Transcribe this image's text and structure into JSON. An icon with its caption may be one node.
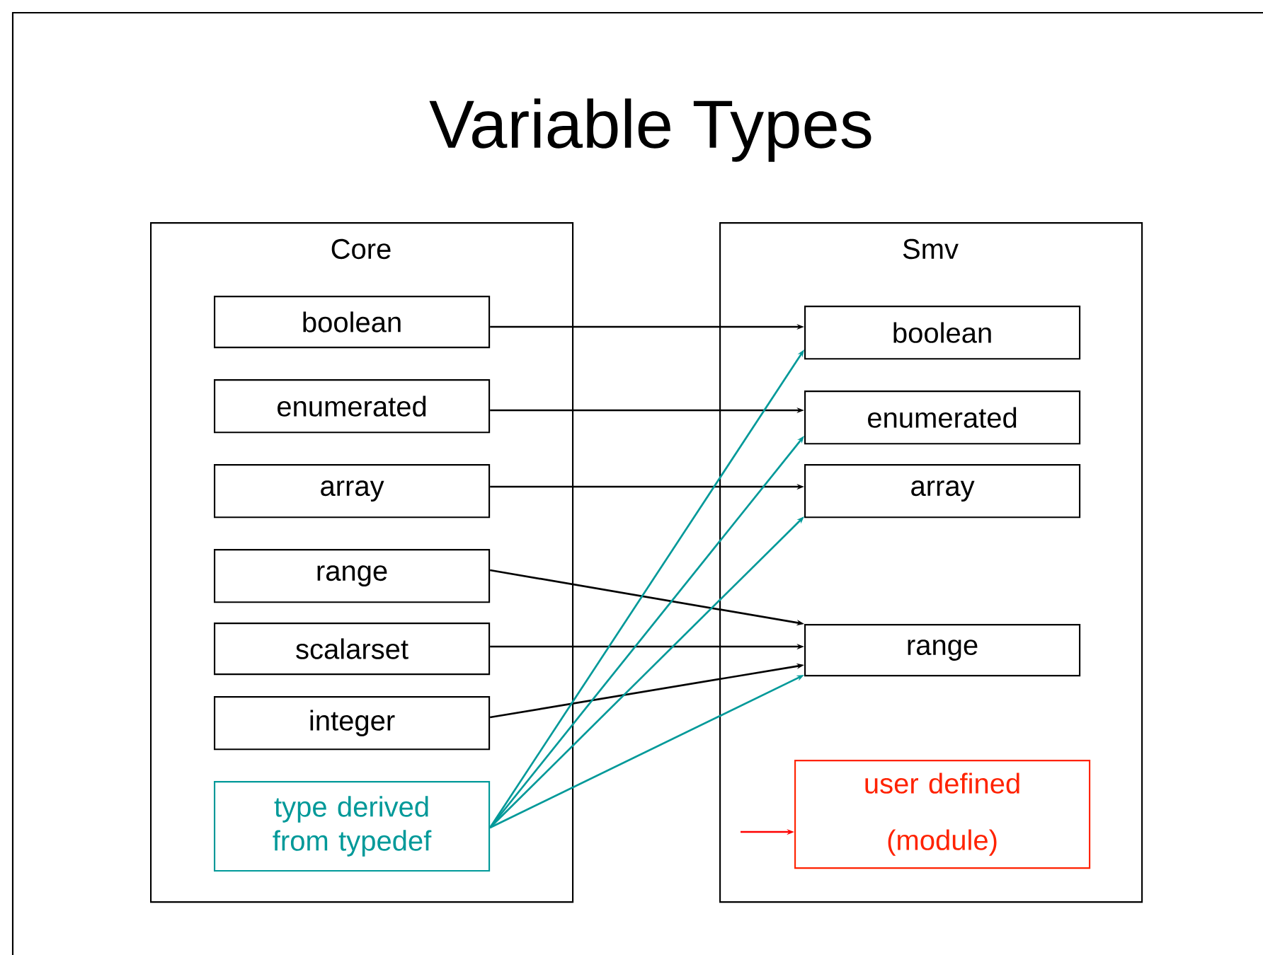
{
  "diagram": {
    "title": "Variable Types",
    "nodes": [
      {
        "text": [
          "Core"
        ]
      },
      {
        "text": [
          "boolean"
        ],
        "in": 0
      },
      {
        "text": [
          "enumerated"
        ],
        "in": 0
      },
      {
        "text": [
          "array"
        ],
        "in": 0
      },
      {
        "text": [
          "range"
        ],
        "in": 0
      },
      {
        "text": [
          "scalarset"
        ],
        "in": 0
      },
      {
        "text": [
          "integer"
        ],
        "in": 0
      },
      {
        "text": [
          "type derived from typedef"
        ],
        "in": 0
      },
      {
        "text": [
          "Smv"
        ]
      },
      {
        "text": [
          "boolean"
        ],
        "in": 8
      },
      {
        "text": [
          "enumerated"
        ],
        "in": 8
      },
      {
        "text": [
          "array"
        ],
        "in": 8
      },
      {
        "text": [
          "range"
        ],
        "in": 8
      },
      {
        "text": [
          "user defined (module)"
        ],
        "in": 8
      }
    ],
    "edges": [
      {
        "from": 1,
        "to": 9,
        "arrow": "to"
      },
      {
        "from": 2,
        "to": 10,
        "arrow": "to"
      },
      {
        "from": 3,
        "to": 11,
        "arrow": "to"
      },
      {
        "from": 4,
        "to": 12,
        "arrow": "to"
      },
      {
        "from": 5,
        "to": 12,
        "arrow": "to"
      },
      {
        "from": 6,
        "to": 12,
        "arrow": "to"
      },
      {
        "from": 7,
        "to": 9,
        "arrow": "to",
        "color": "#009999"
      },
      {
        "from": 7,
        "to": 10,
        "arrow": "to",
        "color": "#009999"
      },
      {
        "from": 7,
        "to": 11,
        "arrow": "to",
        "color": "#009999"
      },
      {
        "from": 7,
        "to": 12,
        "arrow": "to",
        "color": "#009999"
      },
      {
        "from": null,
        "to": 13,
        "arrow": "to",
        "color": "#ff0000"
      }
    ]
  }
}
